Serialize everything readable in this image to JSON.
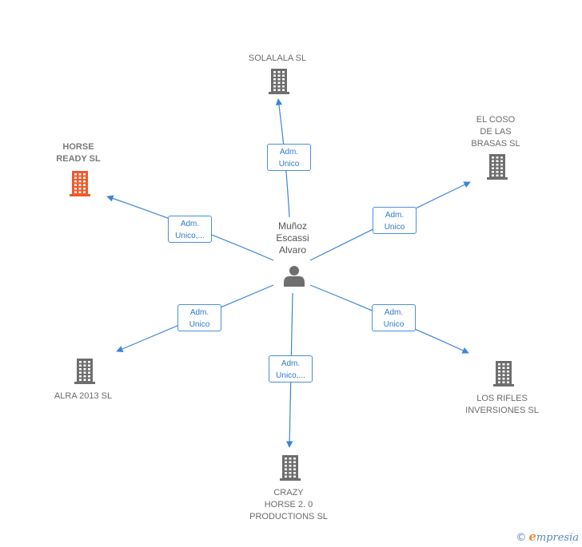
{
  "center": {
    "label": "Muñoz\nEscassi\nAlvaro",
    "icon": "person-icon"
  },
  "colors": {
    "edge": "#3a85d6",
    "company": "#6e6e6e",
    "highlight": "#f0592a"
  },
  "companies": [
    {
      "id": "solalala",
      "label": "SOLALALA SL",
      "highlight": false
    },
    {
      "id": "el-coso",
      "label": "EL COSO\nDE LAS\nBRASAS SL",
      "highlight": false
    },
    {
      "id": "horse-ready",
      "label": "HORSE\nREADY  SL",
      "highlight": true
    },
    {
      "id": "alra",
      "label": "ALRA 2013  SL",
      "highlight": false
    },
    {
      "id": "crazy-horse",
      "label": "CRAZY\nHORSE 2. 0\nPRODUCTIONS SL",
      "highlight": false
    },
    {
      "id": "los-rifles",
      "label": "LOS RIFLES\nINVERSIONES SL",
      "highlight": false
    }
  ],
  "edges": [
    {
      "to": "solalala",
      "label": "Adm.\nUnico"
    },
    {
      "to": "el-coso",
      "label": "Adm.\nUnico"
    },
    {
      "to": "horse-ready",
      "label": "Adm.\nUnico,..."
    },
    {
      "to": "alra",
      "label": "Adm.\nUnico"
    },
    {
      "to": "crazy-horse",
      "label": "Adm.\nUnico,..."
    },
    {
      "to": "los-rifles",
      "label": "Adm.\nUnico"
    }
  ],
  "footer": {
    "copyright": "©",
    "brand_initial": "e",
    "brand_rest": "mpresia"
  }
}
